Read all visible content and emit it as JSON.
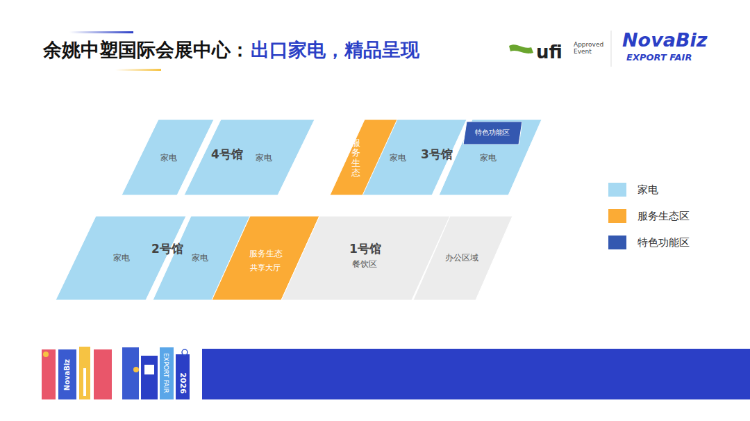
{
  "diagram": {
    "title": "余姚中塑国际会展中心：",
    "nodes": [
      {
        "text": [
          "家电"
        ]
      },
      {
        "text": [
          "家电"
        ]
      },
      {
        "text": [
          "服务生态"
        ]
      },
      {
        "text": [
          "家电"
        ]
      },
      {
        "text": [
          "家电"
        ]
      },
      {
        "text": [
          "特色功能区"
        ],
        "in": 4
      },
      {
        "text": [
          "家电"
        ]
      },
      {
        "text": [
          "家电"
        ]
      },
      {
        "text": [
          "服务生态",
          "共享大厅"
        ]
      },
      {
        "text": [
          "1号馆",
          "餐饮区"
        ]
      },
      {
        "text": [
          "办公区域"
        ]
      }
    ],
    "labels": [
      "出口家电，精品呈现",
      "ufi",
      "Approved Event",
      "NovaBiz",
      "EXPORT FAIR",
      "4号馆",
      "3号馆",
      "2号馆",
      "NovaBiz",
      "EXPORT FAIR",
      "2026"
    ],
    "legend": [
      {
        "text": "家电",
        "color": "#a6d9f2"
      },
      {
        "text": "服务生态区",
        "color": "#fbab35"
      },
      {
        "text": "特色功能区",
        "color": "#3458b0"
      }
    ]
  }
}
